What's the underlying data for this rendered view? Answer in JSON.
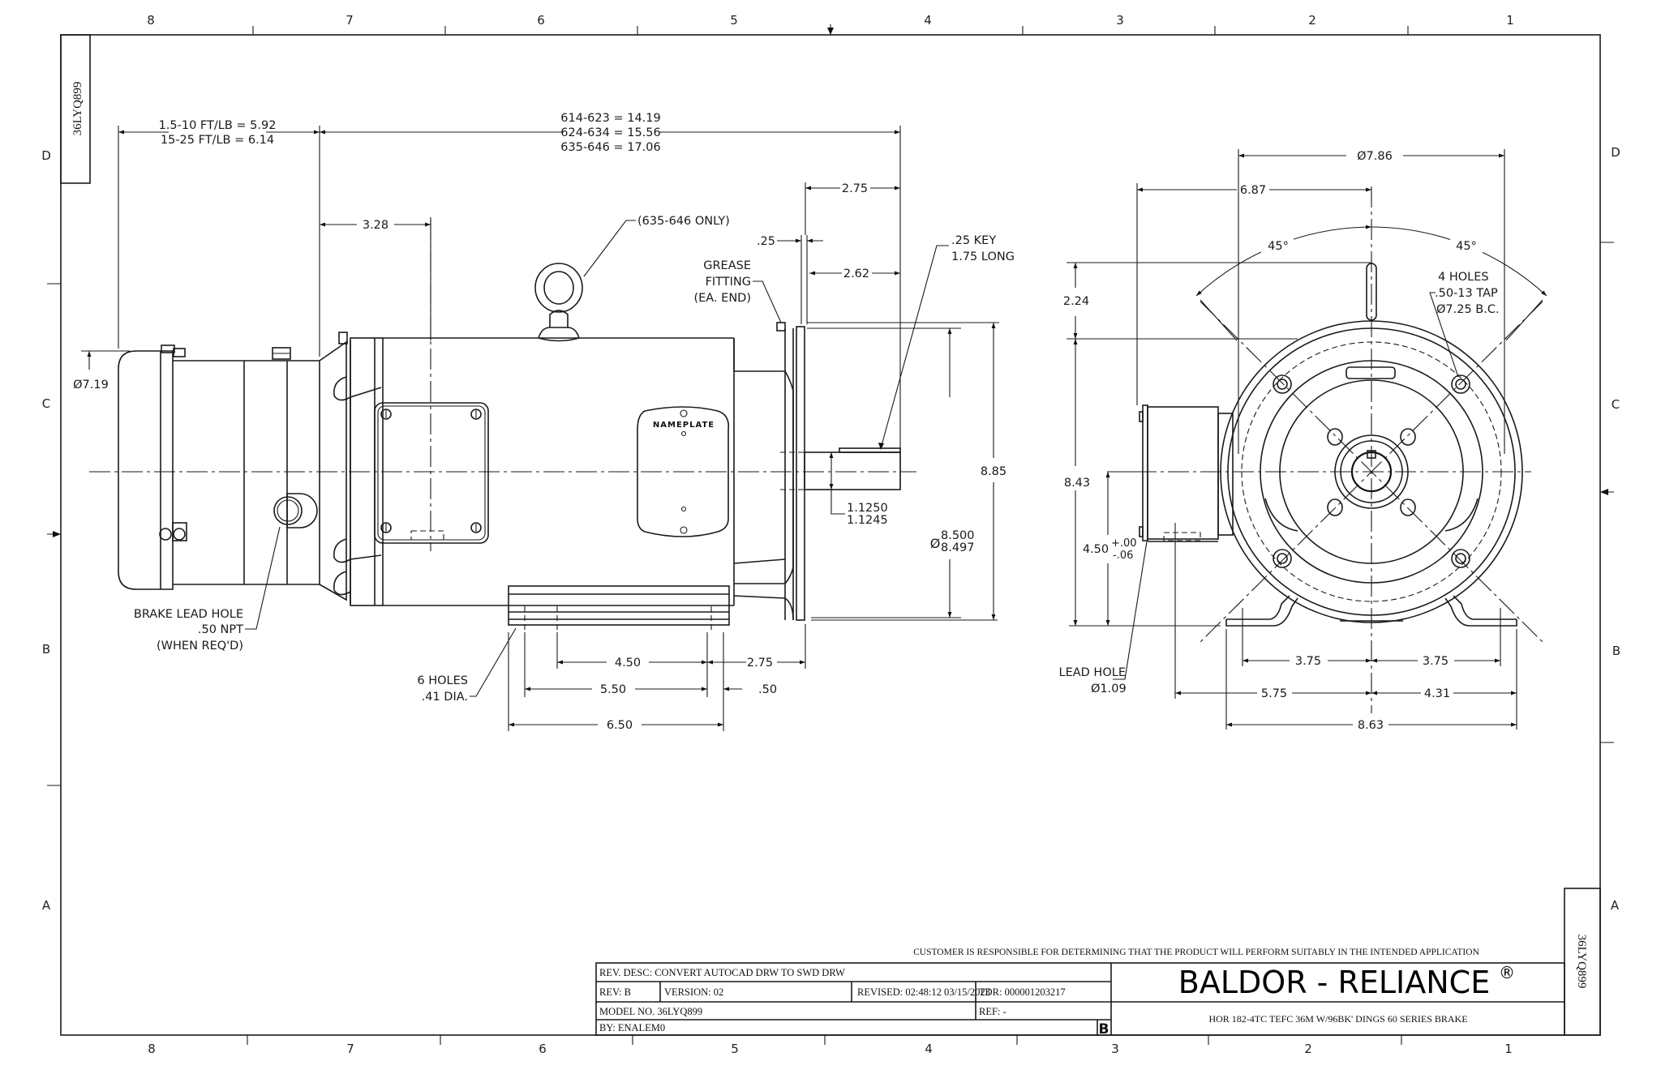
{
  "drawing": {
    "model_id": "36LYQ899",
    "zones_top": [
      "8",
      "7",
      "6",
      "5",
      "4",
      "3",
      "2",
      "1"
    ],
    "zones_bottom": [
      "8",
      "7",
      "6",
      "5",
      "4",
      "3",
      "2",
      "1"
    ],
    "zones_side": [
      "D",
      "C",
      "B",
      "A"
    ]
  },
  "side_view": {
    "brake_length": {
      "line1": "1.5-10 FT/LB = 5.92",
      "line2": "15-25 FT/LB = 6.14"
    },
    "overall_length": {
      "line1": "614-623 = 14.19",
      "line2": "624-634 = 15.56",
      "line3": "635-646 = 17.06"
    },
    "dim_3_28": "3.28",
    "eyebolt_note": "(635-646 ONLY)",
    "grease_note": {
      "line1": "GREASE",
      "line2": "FITTING",
      "line3": "(EA. END)"
    },
    "dim_025": ".25",
    "dim_275_top": "2.75",
    "dim_262": "2.62",
    "key_note": {
      "line1": ".25 KEY",
      "line2": "1.75 LONG"
    },
    "brake_dia": "Ø7.19",
    "nameplate": "NAMEPLATE",
    "shaft_dia": {
      "max": "1.1250",
      "min": "1.1245"
    },
    "pilot_dia": {
      "symbol": "Ø",
      "max": "8.500",
      "min": "8.497"
    },
    "dim_885": "8.85",
    "brake_lead_hole": {
      "line1": "BRAKE LEAD HOLE",
      "line2": ".50 NPT",
      "line3": "(WHEN REQ'D)"
    },
    "holes_note": {
      "line1": "6 HOLES",
      "line2": ".41 DIA."
    },
    "dim_450": "4.50",
    "dim_275_bottom": "2.75",
    "dim_550": "5.50",
    "dim_050": ".50",
    "dim_650": "6.50"
  },
  "front_view": {
    "dim_786": "Ø7.86",
    "dim_687": "6.87",
    "angle_left": "45°",
    "angle_right": "45°",
    "tap_note": {
      "line1": "4 HOLES",
      "line2": ".50-13 TAP",
      "line3": "Ø7.25 B.C."
    },
    "dim_224": "2.24",
    "dim_843": "8.43",
    "dim_450": {
      "base": "4.50",
      "plus": "+.00",
      "minus": "-.06"
    },
    "lead_hole": {
      "line1": "LEAD HOLE",
      "line2": "Ø1.09"
    },
    "dim_375_left": "3.75",
    "dim_375_right": "3.75",
    "dim_575": "5.75",
    "dim_431": "4.31",
    "dim_863": "8.63"
  },
  "title_block": {
    "disclaimer": "CUSTOMER IS RESPONSIBLE FOR DETERMINING THAT THE PRODUCT WILL PERFORM SUITABLY IN THE INTENDED APPLICATION",
    "rev_desc": "REV. DESC: CONVERT AUTOCAD DRW TO SWD DRW",
    "rev": "REV:  B",
    "version": "VERSION:  02",
    "revised": "REVISED:  02:48:12 03/15/2023",
    "tdr": "TDR:  000001203217",
    "model_no": "MODEL NO.   36LYQ899",
    "ref": "REF:  -",
    "by": "BY: ENALEM0",
    "sheet_rev": "B",
    "brand": "BALDOR - RELIANCE",
    "registered": "®",
    "description": "HOR 182-4TC TEFC 36M W/96BK' DINGS 60 SERIES BRAKE",
    "model_id_vertical": "36LYQ899"
  }
}
